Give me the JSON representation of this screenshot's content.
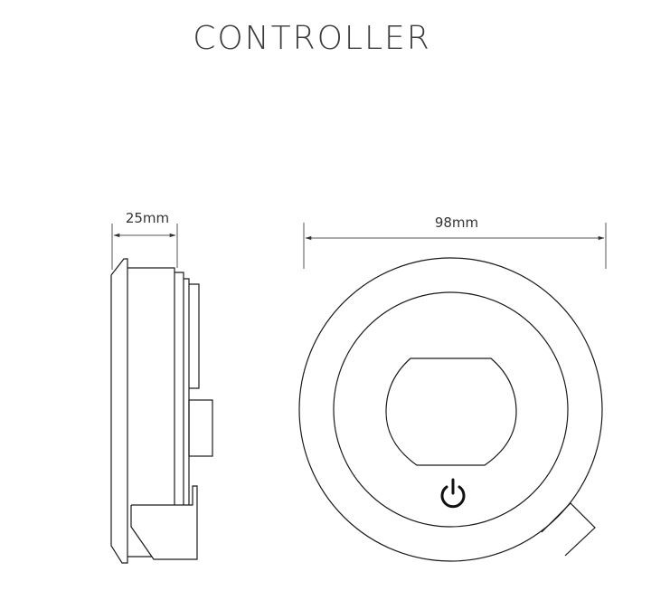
{
  "title": "CONTROLLER",
  "side_view": {
    "dimension_label": "25mm"
  },
  "front_view": {
    "dimension_label": "98mm",
    "power_icon": "power-icon"
  },
  "colors": {
    "line": "#1a1a1a",
    "dimension_line": "#555555",
    "title": "#3c3c3c",
    "background": "#ffffff"
  }
}
